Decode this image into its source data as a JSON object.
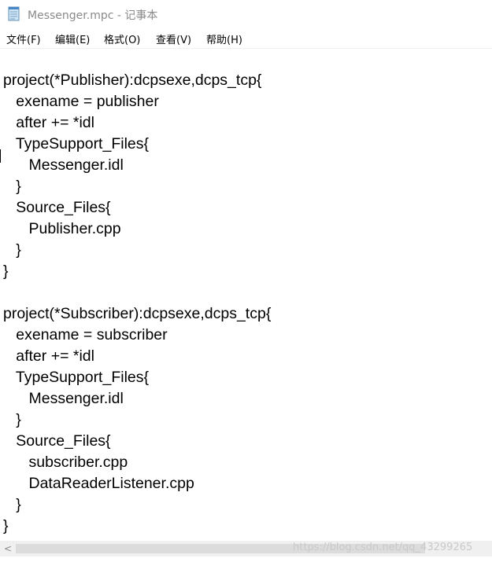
{
  "window": {
    "title": "Messenger.mpc - 记事本"
  },
  "menu": {
    "items": [
      {
        "label": "文件(F)"
      },
      {
        "label": "编辑(E)"
      },
      {
        "label": "格式(O)"
      },
      {
        "label": "查看(V)"
      },
      {
        "label": "帮助(H)"
      }
    ]
  },
  "editor": {
    "lines": [
      "project(*Publisher):dcpsexe,dcps_tcp{",
      "   exename = publisher",
      "   after += *idl",
      "   TypeSupport_Files{",
      "      Messenger.idl",
      "   }",
      "   Source_Files{",
      "      Publisher.cpp",
      "   }",
      "}",
      "",
      "project(*Subscriber):dcpsexe,dcps_tcp{",
      "   exename = subscriber",
      "   after += *idl",
      "   TypeSupport_Files{",
      "      Messenger.idl",
      "   }",
      "   Source_Files{",
      "      subscriber.cpp",
      "      DataReaderListener.cpp",
      "   }",
      "}"
    ]
  },
  "scrollbar": {
    "left_arrow": "<"
  },
  "watermark": {
    "text": "https://blog.csdn.net/qq_43299265"
  },
  "icons": {
    "app": "notepad-icon"
  }
}
